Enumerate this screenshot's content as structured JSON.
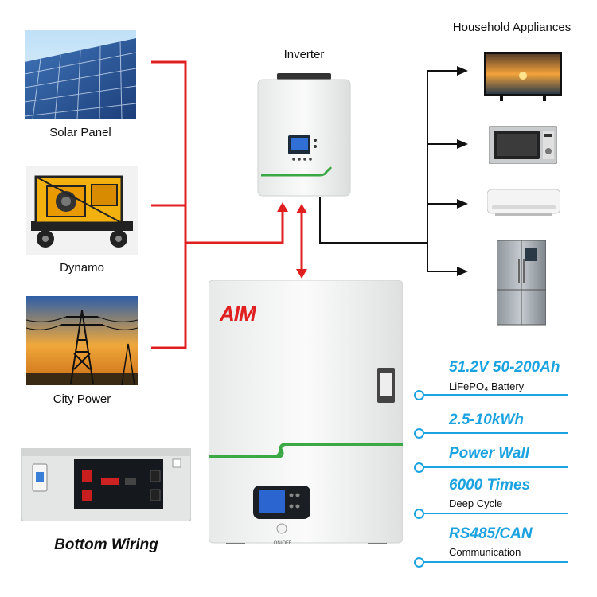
{
  "sources": {
    "solar_label": "Solar Panel",
    "dynamo_label": "Dynamo",
    "city_label": "City Power"
  },
  "inverter": {
    "label": "Inverter"
  },
  "appliances": {
    "label": "Household Appliances"
  },
  "battery": {
    "brand": "AIM",
    "switch_label": "ON/OFF"
  },
  "bottom_wiring": {
    "label": "Bottom Wiring"
  },
  "specs": [
    {
      "title": "51.2V 50-200Ah",
      "sub": "LiFePO₄ Battery"
    },
    {
      "title": "2.5-10kWh",
      "sub": ""
    },
    {
      "title": "Power Wall",
      "sub": ""
    },
    {
      "title": "6000 Times",
      "sub": "Deep Cycle"
    },
    {
      "title": "RS485/CAN",
      "sub": "Communication"
    }
  ],
  "colors": {
    "accent": "#1aa3e0",
    "power_line": "#e02020",
    "output_line": "#111111",
    "battery_stripe": "#3aa845"
  }
}
